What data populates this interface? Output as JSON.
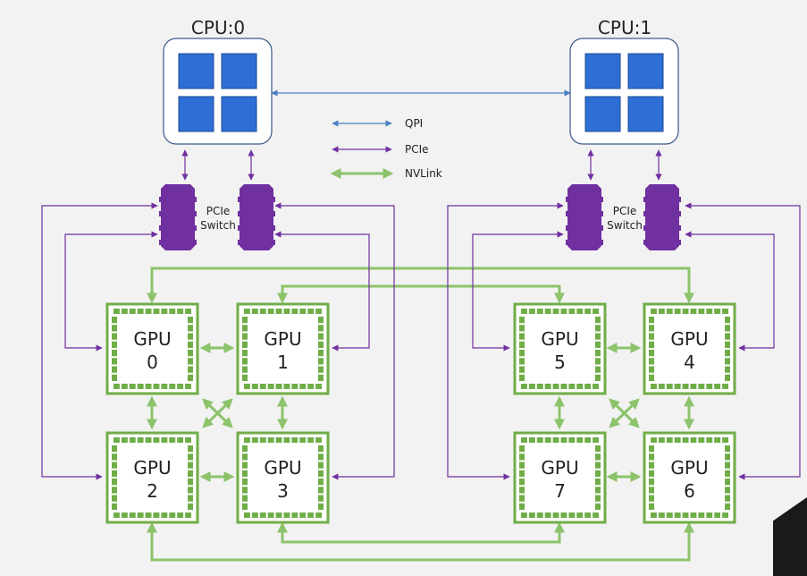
{
  "cpus": [
    {
      "id": "cpu0",
      "label": "CPU:0"
    },
    {
      "id": "cpu1",
      "label": "CPU:1"
    }
  ],
  "switches": [
    {
      "id": "sw0",
      "label_line1": "PCIe",
      "label_line2": "Switch"
    },
    {
      "id": "sw1",
      "label_line1": "PCIe",
      "label_line2": "Switch"
    }
  ],
  "gpus": [
    {
      "id": "g0",
      "line1": "GPU",
      "line2": "0"
    },
    {
      "id": "g1",
      "line1": "GPU",
      "line2": "1"
    },
    {
      "id": "g2",
      "line1": "GPU",
      "line2": "2"
    },
    {
      "id": "g3",
      "line1": "GPU",
      "line2": "3"
    },
    {
      "id": "g5",
      "line1": "GPU",
      "line2": "5"
    },
    {
      "id": "g4",
      "line1": "GPU",
      "line2": "4"
    },
    {
      "id": "g7",
      "line1": "GPU",
      "line2": "7"
    },
    {
      "id": "g6",
      "line1": "GPU",
      "line2": "6"
    }
  ],
  "legend": [
    {
      "label": "QPI",
      "kind": "qpi"
    },
    {
      "label": "PCIe",
      "kind": "pcie"
    },
    {
      "label": "NVLink",
      "kind": "nvlink"
    }
  ],
  "colors": {
    "qpi": "#4a7fc1",
    "pcie": "#7030a0",
    "nvlink": "#8cc36b",
    "gpu_border": "#70ad47",
    "cpu_chip": "#2e6fd6",
    "switch_fill": "#7030a0"
  }
}
